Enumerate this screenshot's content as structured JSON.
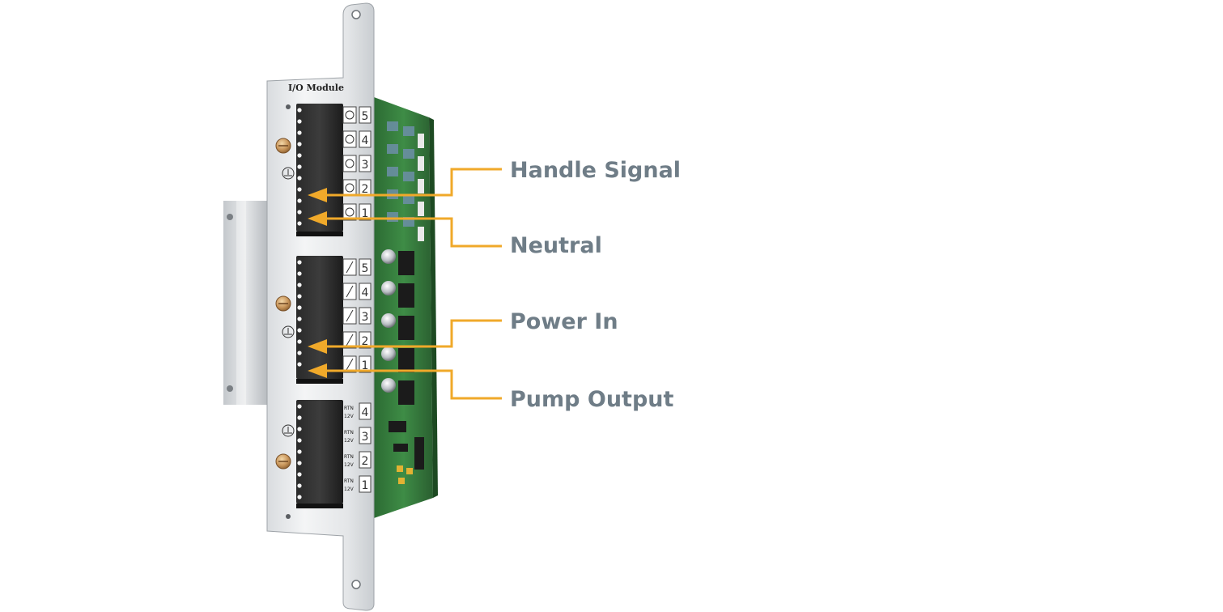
{
  "module": {
    "title": "I/O Module",
    "accent_color": "#f0a92a",
    "label_color": "#6f7d87"
  },
  "terminal_numbers": {
    "block1": [
      "5",
      "4",
      "3",
      "2",
      "1"
    ],
    "block2": [
      "5",
      "4",
      "3",
      "2",
      "1"
    ],
    "block3": [
      "4",
      "3",
      "2",
      "1"
    ]
  },
  "block3_marks": {
    "top": "RTN",
    "bottom": "12V"
  },
  "callouts": [
    {
      "id": "handle-signal",
      "label": "Handle Signal"
    },
    {
      "id": "neutral",
      "label": "Neutral"
    },
    {
      "id": "power-in",
      "label": "Power In"
    },
    {
      "id": "pump-output",
      "label": "Pump Output"
    }
  ]
}
